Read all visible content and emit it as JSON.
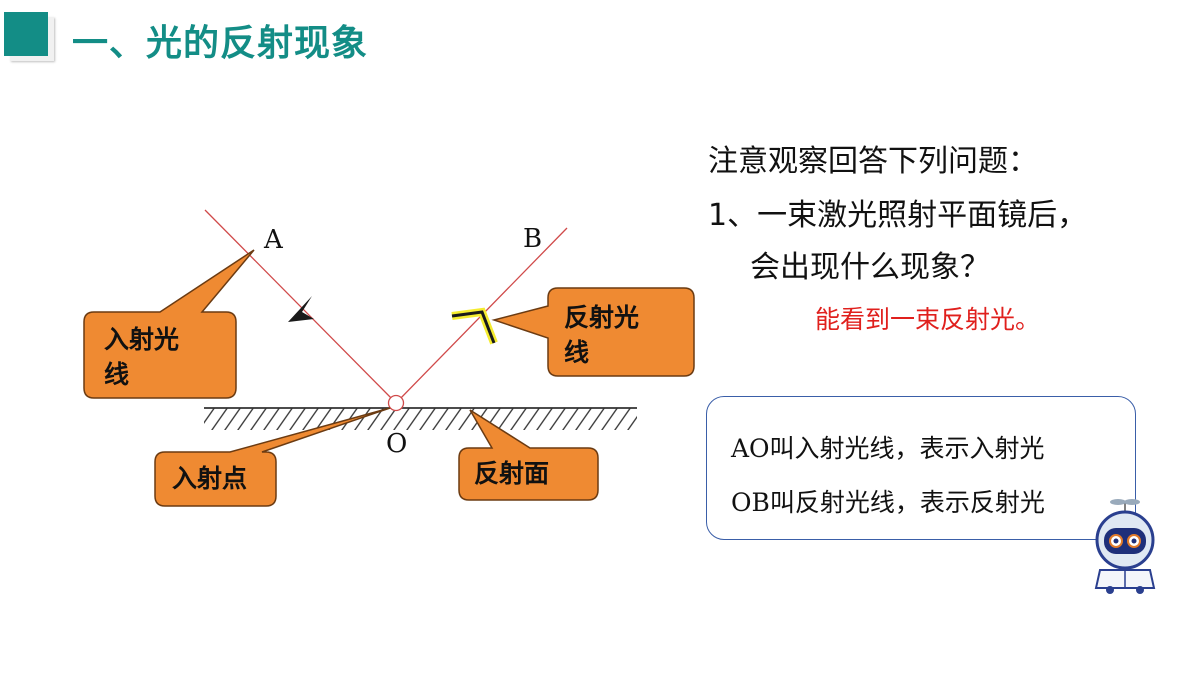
{
  "title": "一、光的反射现象",
  "diagram": {
    "point_a": "A",
    "point_b": "B",
    "point_o": "O",
    "callouts": {
      "incident_ray": [
        "入射光",
        "线"
      ],
      "reflected_ray": [
        "反射光",
        "线"
      ],
      "incident_point": "入射点",
      "reflecting_surface": "反射面"
    },
    "colors": {
      "ray": "#d04a4a",
      "callout_fill": "#ef8a32",
      "callout_border": "#6b3b12",
      "title": "#138d86"
    }
  },
  "question": {
    "intro": "注意观察回答下列问题：",
    "line1": "1、一束激光照射平面镜后，",
    "line2": "会出现什么现象？"
  },
  "answer": "能看到一束反射光。",
  "info": {
    "line1": "AO叫入射光线，表示入射光",
    "line2": "OB叫反射光线，表示反射光"
  },
  "robot_icon": "robot-mascot-icon"
}
